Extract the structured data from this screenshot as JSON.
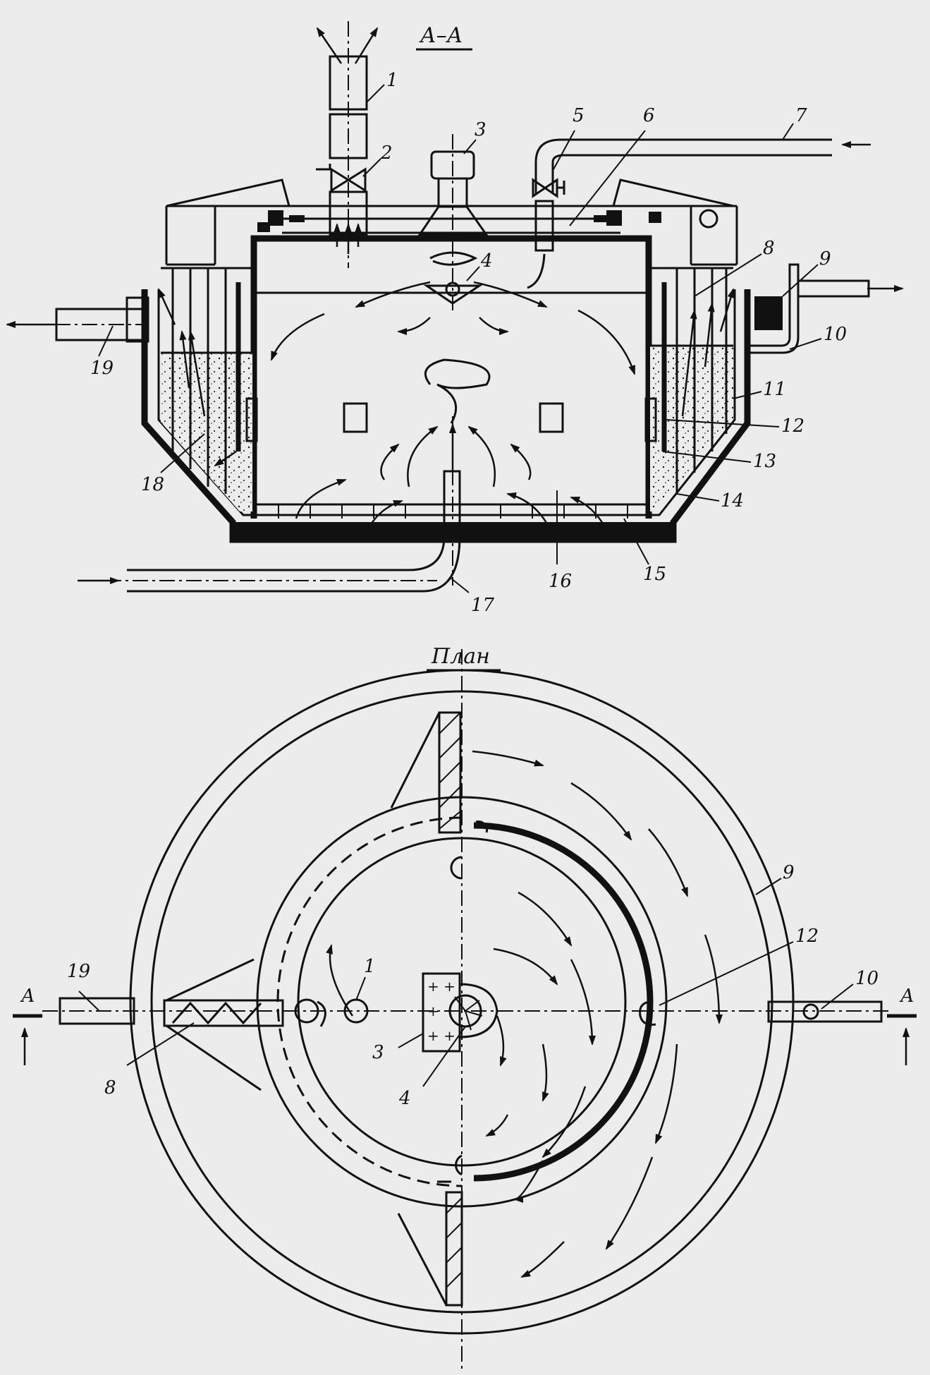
{
  "section": {
    "title": "А–А",
    "labels": {
      "l1": "1",
      "l2": "2",
      "l3": "3",
      "l4": "4",
      "l5": "5",
      "l6": "6",
      "l7": "7",
      "l8": "8",
      "l9": "9",
      "l10": "10",
      "l11": "11",
      "l12": "12",
      "l13": "13",
      "l14": "14",
      "l15": "15",
      "l16": "16",
      "l17": "17",
      "l18": "18",
      "l19": "19"
    }
  },
  "plan": {
    "title": "План",
    "labels": {
      "p1": "1",
      "p3": "3",
      "p4": "4",
      "p8": "8",
      "p9": "9",
      "p10": "10",
      "p12": "12",
      "p19": "19",
      "cutL": "А",
      "cutR": "А"
    }
  }
}
